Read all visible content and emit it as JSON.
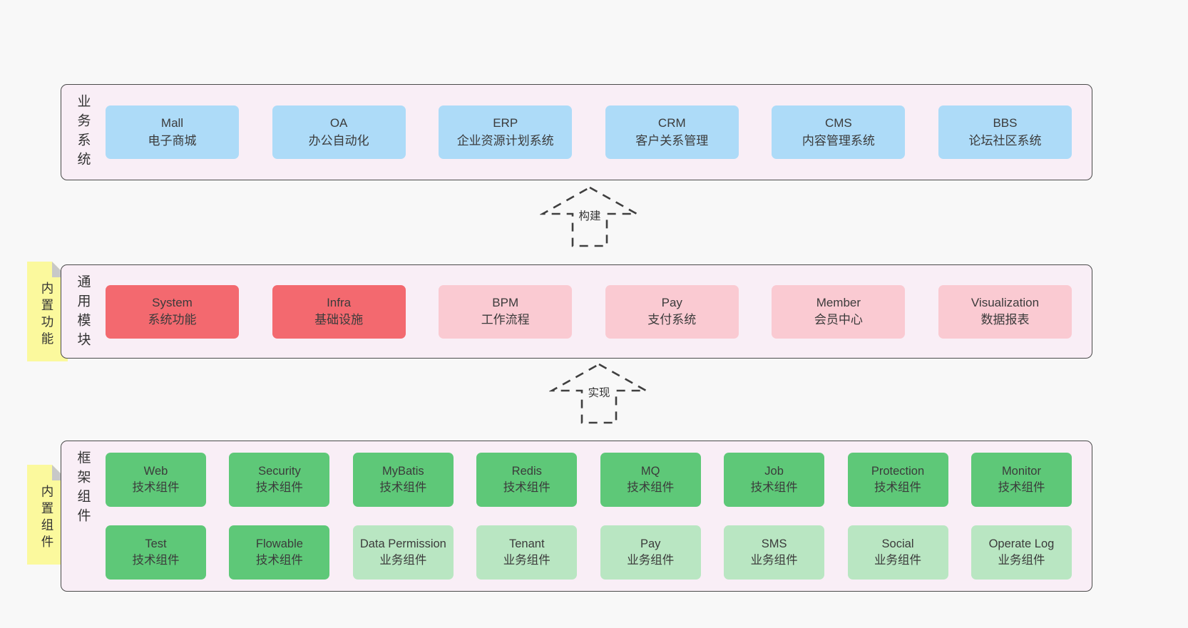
{
  "diagram": {
    "description_colors": {
      "page_bg": "#f8f8f8",
      "panel_bg": "#f9eef6",
      "panel_border": "#4a4a4a",
      "blue_box": "#addbf8",
      "red_box": "#f3696f",
      "pink_box": "#facad2",
      "green_box": "#5ec878",
      "light_green_box": "#b9e6c2",
      "note_yellow": "#fbf99d",
      "note_fold_gray": "#c8c8c8",
      "text": "#3b3b3b",
      "arrow_dash": "#3f3f3f"
    }
  },
  "layers": [
    {
      "label": "业务系统",
      "boxes": [
        {
          "name": "Mall",
          "desc": "电子商城",
          "variant": "blue"
        },
        {
          "name": "OA",
          "desc": "办公自动化",
          "variant": "blue"
        },
        {
          "name": "ERP",
          "desc": "企业资源计划系统",
          "variant": "blue"
        },
        {
          "name": "CRM",
          "desc": "客户关系管理",
          "variant": "blue"
        },
        {
          "name": "CMS",
          "desc": "内容管理系统",
          "variant": "blue"
        },
        {
          "name": "BBS",
          "desc": "论坛社区系统",
          "variant": "blue"
        }
      ]
    },
    {
      "label": "通用模块",
      "note": "内置功能",
      "boxes": [
        {
          "name": "System",
          "desc": "系统功能",
          "variant": "red"
        },
        {
          "name": "Infra",
          "desc": "基础设施",
          "variant": "red"
        },
        {
          "name": "BPM",
          "desc": "工作流程",
          "variant": "pink"
        },
        {
          "name": "Pay",
          "desc": "支付系统",
          "variant": "pink"
        },
        {
          "name": "Member",
          "desc": "会员中心",
          "variant": "pink"
        },
        {
          "name": "Visualization",
          "desc": "数据报表",
          "variant": "pink"
        }
      ]
    },
    {
      "label": "框架组件",
      "note": "内置组件",
      "rows": [
        [
          {
            "name": "Web",
            "desc": "技术组件",
            "variant": "green"
          },
          {
            "name": "Security",
            "desc": "技术组件",
            "variant": "green"
          },
          {
            "name": "MyBatis",
            "desc": "技术组件",
            "variant": "green"
          },
          {
            "name": "Redis",
            "desc": "技术组件",
            "variant": "green"
          },
          {
            "name": "MQ",
            "desc": "技术组件",
            "variant": "green"
          },
          {
            "name": "Job",
            "desc": "技术组件",
            "variant": "green"
          },
          {
            "name": "Protection",
            "desc": "技术组件",
            "variant": "green"
          },
          {
            "name": "Monitor",
            "desc": "技术组件",
            "variant": "green"
          }
        ],
        [
          {
            "name": "Test",
            "desc": "技术组件",
            "variant": "green"
          },
          {
            "name": "Flowable",
            "desc": "技术组件",
            "variant": "green"
          },
          {
            "name": "Data Permission",
            "desc": "业务组件",
            "variant": "lightgreen"
          },
          {
            "name": "Tenant",
            "desc": "业务组件",
            "variant": "lightgreen"
          },
          {
            "name": "Pay",
            "desc": "业务组件",
            "variant": "lightgreen"
          },
          {
            "name": "SMS",
            "desc": "业务组件",
            "variant": "lightgreen"
          },
          {
            "name": "Social",
            "desc": "业务组件",
            "variant": "lightgreen"
          },
          {
            "name": "Operate Log",
            "desc": "业务组件",
            "variant": "lightgreen"
          }
        ]
      ]
    }
  ],
  "arrows": [
    {
      "label": "构建"
    },
    {
      "label": "实现"
    }
  ]
}
